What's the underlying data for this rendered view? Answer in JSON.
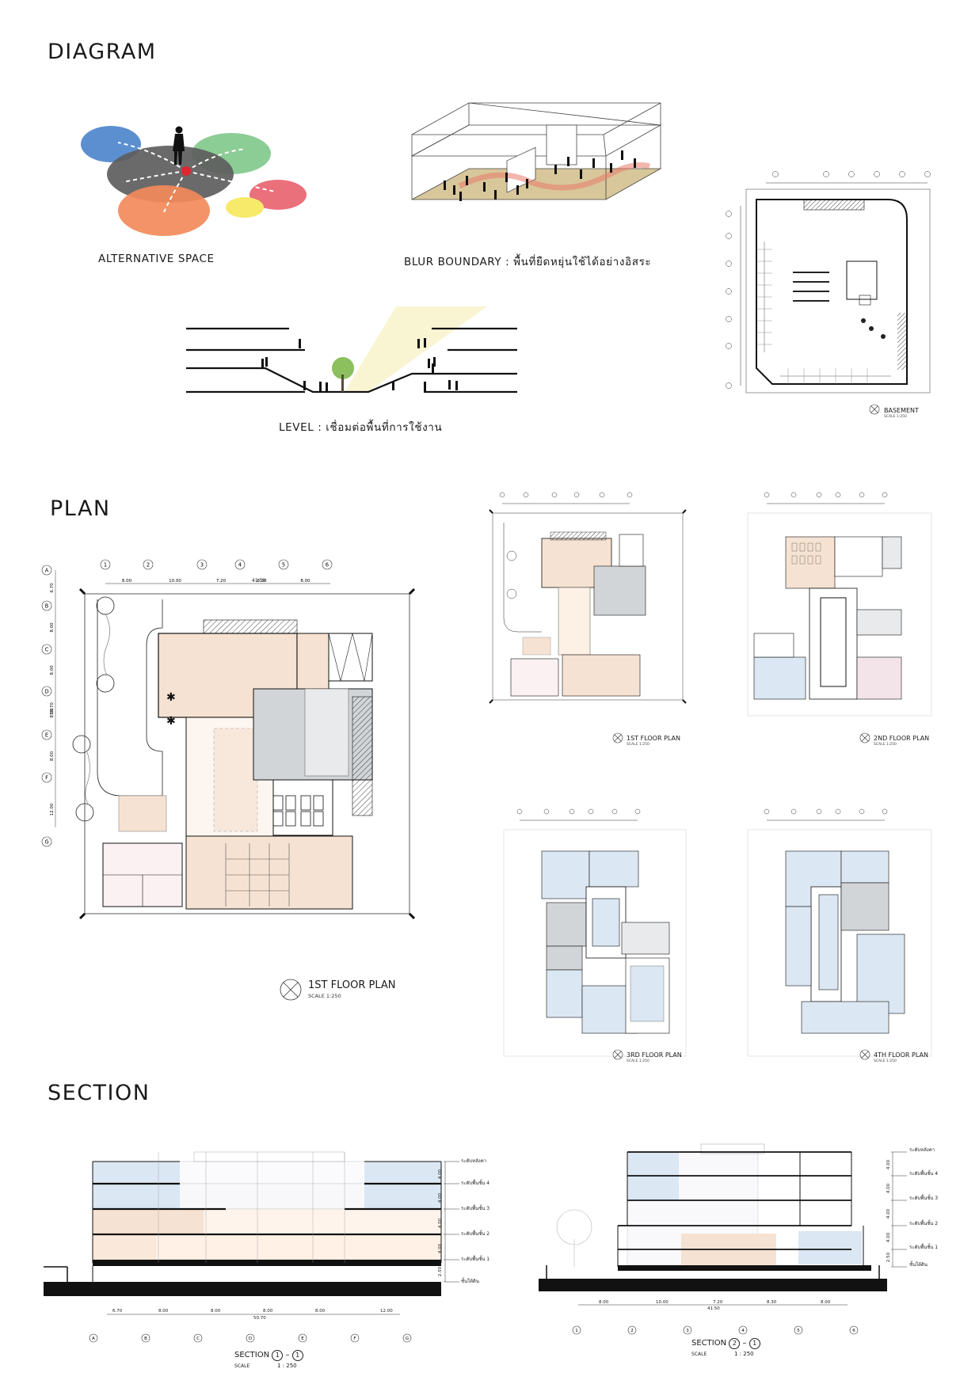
{
  "headings": {
    "diagram": "DIAGRAM",
    "plan": "PLAN",
    "section": "SECTION"
  },
  "diagram": {
    "alternative_space": "ALTERNATIVE SPACE",
    "blur_boundary": "BLUR BOUNDARY : พื้นที่ยืดหยุ่นใช้ได้อย่างอิสระ",
    "level": "LEVEL : เชื่อมต่อพื้นที่การใช้งาน"
  },
  "plans": {
    "basement": {
      "title": "BASEMENT",
      "scale": "SCALE 1:250"
    },
    "first_large": {
      "title": "1ST FLOOR PLAN",
      "scale": "SCALE 1:250",
      "grid_top": [
        "1",
        "2",
        "3",
        "4",
        "5",
        "6"
      ],
      "grid_left": [
        "A",
        "B",
        "C",
        "D",
        "E",
        "F",
        "G"
      ],
      "total_width": "41.50",
      "top_dims": [
        "8.00",
        "10.00",
        "7.20",
        "8.30",
        "8.00"
      ],
      "total_height": "50.70",
      "left_dims": [
        "6.70",
        "8.00",
        "8.00",
        "8.00",
        "8.00",
        "12.00"
      ]
    },
    "first": {
      "title": "1ST FLOOR PLAN",
      "scale": "SCALE 1:250"
    },
    "second": {
      "title": "2ND FLOOR PLAN",
      "scale": "SCALE 1:250"
    },
    "third": {
      "title": "3RD FLOOR PLAN",
      "scale": "SCALE 1:250"
    },
    "fourth": {
      "title": "4TH FLOOR PLAN",
      "scale": "SCALE 1:250"
    }
  },
  "sections": {
    "s1": {
      "label": "SECTION",
      "num_a": "1",
      "num_b": "1",
      "dash": "–",
      "scale_label": "SCALE",
      "scale_value": "1 : 250",
      "levels": [
        "ระดับหลังคา",
        "ระดับพื้นชั้น 4",
        "ระดับพื้นชั้น 3",
        "ระดับพื้นชั้น 2",
        "ระดับพื้นชั้น 1",
        "ชั้นใต้ดิน"
      ],
      "heights": [
        "4.00",
        "4.00",
        "4.00",
        "4.00",
        "2.50"
      ],
      "dims": [
        "6.70",
        "8.00",
        "8.00",
        "8.00",
        "8.00",
        "12.00"
      ],
      "total": "50.70",
      "grid": [
        "A",
        "B",
        "C",
        "D",
        "E",
        "F",
        "G"
      ]
    },
    "s2": {
      "label": "SECTION",
      "num_a": "2",
      "num_b": "1",
      "dash": "–",
      "scale_label": "SCALE",
      "scale_value": "1 : 250",
      "levels": [
        "ระดับหลังคา",
        "ระดับพื้นชั้น 4",
        "ระดับพื้นชั้น 3",
        "ระดับพื้นชั้น 2",
        "ระดับพื้นชั้น 1",
        "ชั้นใต้ดิน"
      ],
      "heights": [
        "4.00",
        "4.00",
        "4.00",
        "4.00",
        "2.50"
      ],
      "dims": [
        "8.00",
        "10.00",
        "7.20",
        "8.30",
        "8.00"
      ],
      "total": "41.50",
      "grid": [
        "1",
        "2",
        "3",
        "4",
        "5",
        "6"
      ]
    }
  },
  "colors": {
    "blue": "#5b8fd0",
    "green": "#7fc88a",
    "gray": "#6d6d6d",
    "orange": "#f28a5a",
    "red": "#e8606e",
    "yellow": "#f7ea6a",
    "floor_tan": "#d8c79a",
    "room_peach": "#f6e2d2",
    "room_gray": "#d2d5d8",
    "room_blue": "#dbe7f3",
    "room_pink": "#f3e4ea"
  }
}
